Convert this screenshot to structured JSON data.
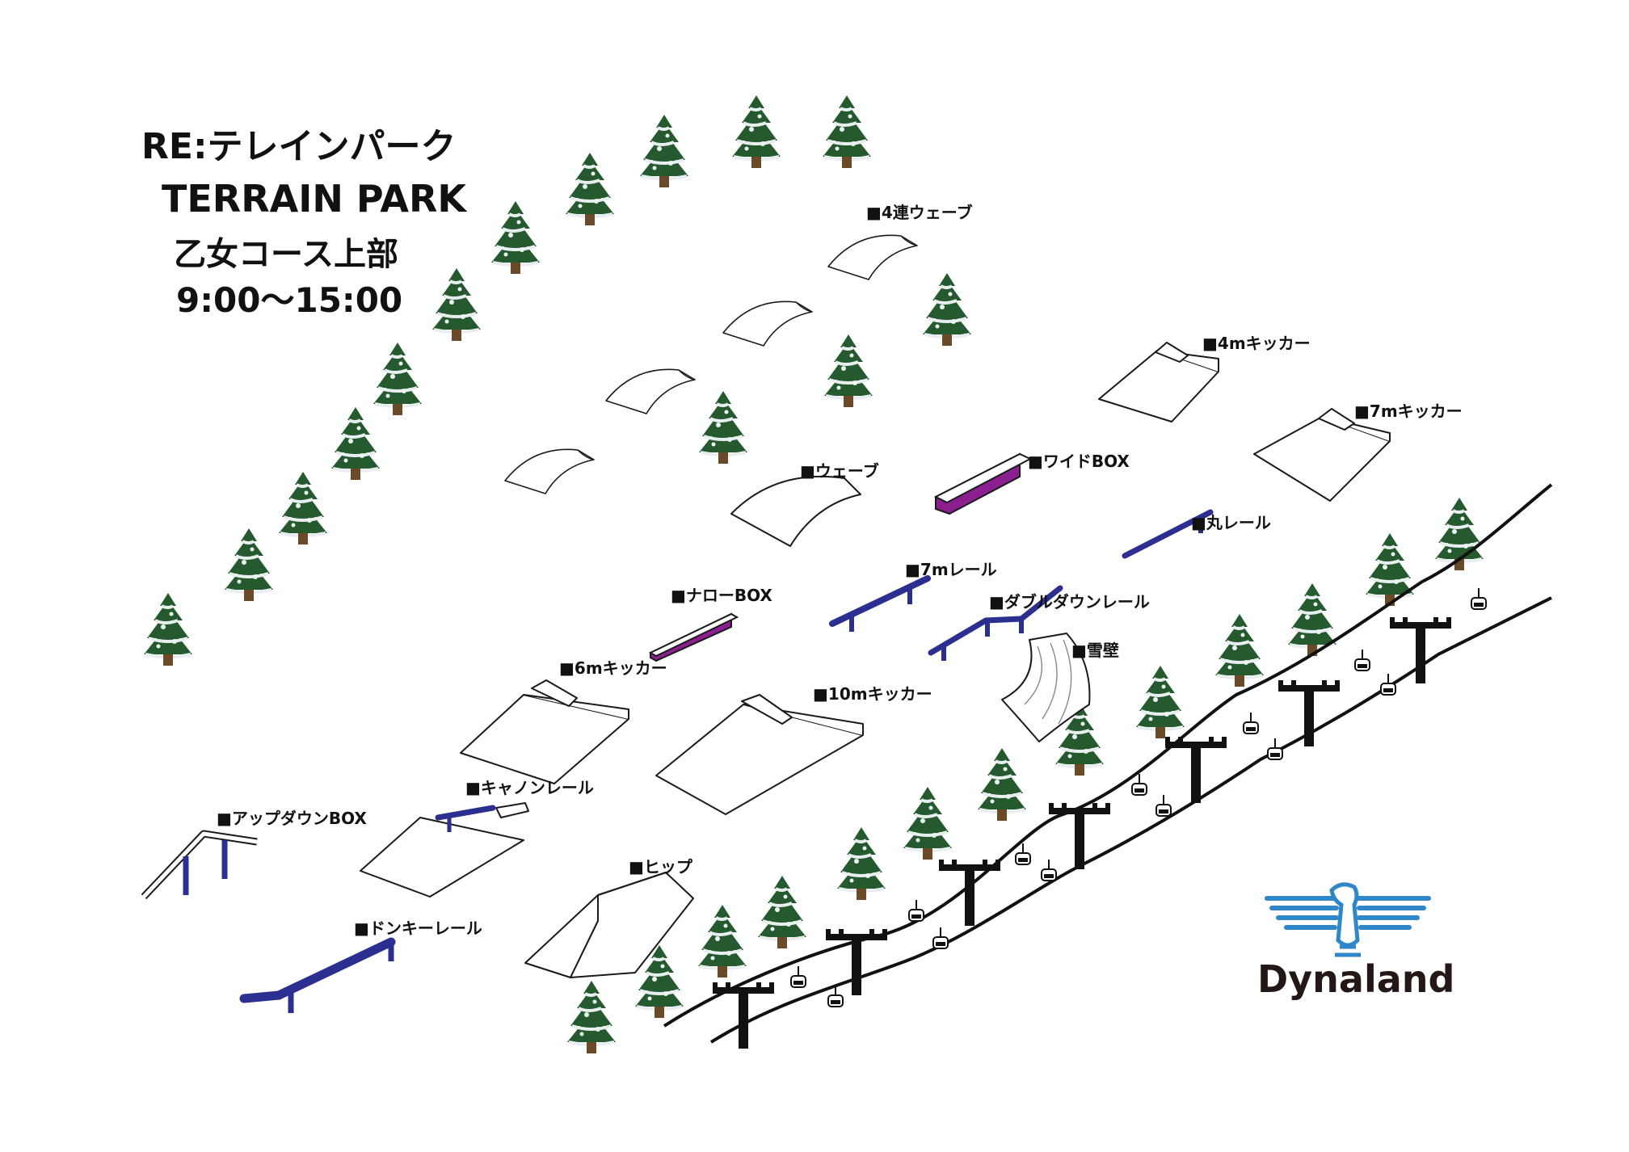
{
  "header": {
    "title_ja": "RE:テレインパーク",
    "title_en": "TERRAIN PARK",
    "course": "乙女コース上部",
    "hours": "9:00〜15:00"
  },
  "features": {
    "four_wave": "■4連ウェーブ",
    "kicker_4m": "■4mキッカー",
    "kicker_7m": "■7mキッカー",
    "wide_box": "■ワイドBOX",
    "wave": "■ウェーブ",
    "round_rail": "■丸レール",
    "rail_7m": "■7mレール",
    "narrow_box": "■ナローBOX",
    "double_down_rail": "■ダブルダウンレール",
    "snow_wall": "■雪壁",
    "kicker_6m": "■6mキッカー",
    "kicker_10m": "■10mキッカー",
    "cannon_rail": "■キャノンレール",
    "up_down_box": "■アップダウンBOX",
    "hip": "■ヒップ",
    "donkey_rail": "■ドンキーレール"
  },
  "brand": {
    "name": "Dynaland",
    "logo_color": "#2f86c8",
    "text_color": "#231815"
  },
  "colors": {
    "rail": "#2b2f8f",
    "box": "#8b1f8f",
    "tree": "#245a2e",
    "trunk": "#6b4a2a"
  },
  "icons": {
    "tree": "pine-tree-icon",
    "chair": "chairlift-chair-icon",
    "brand_mark": "eagle-logo-icon"
  }
}
